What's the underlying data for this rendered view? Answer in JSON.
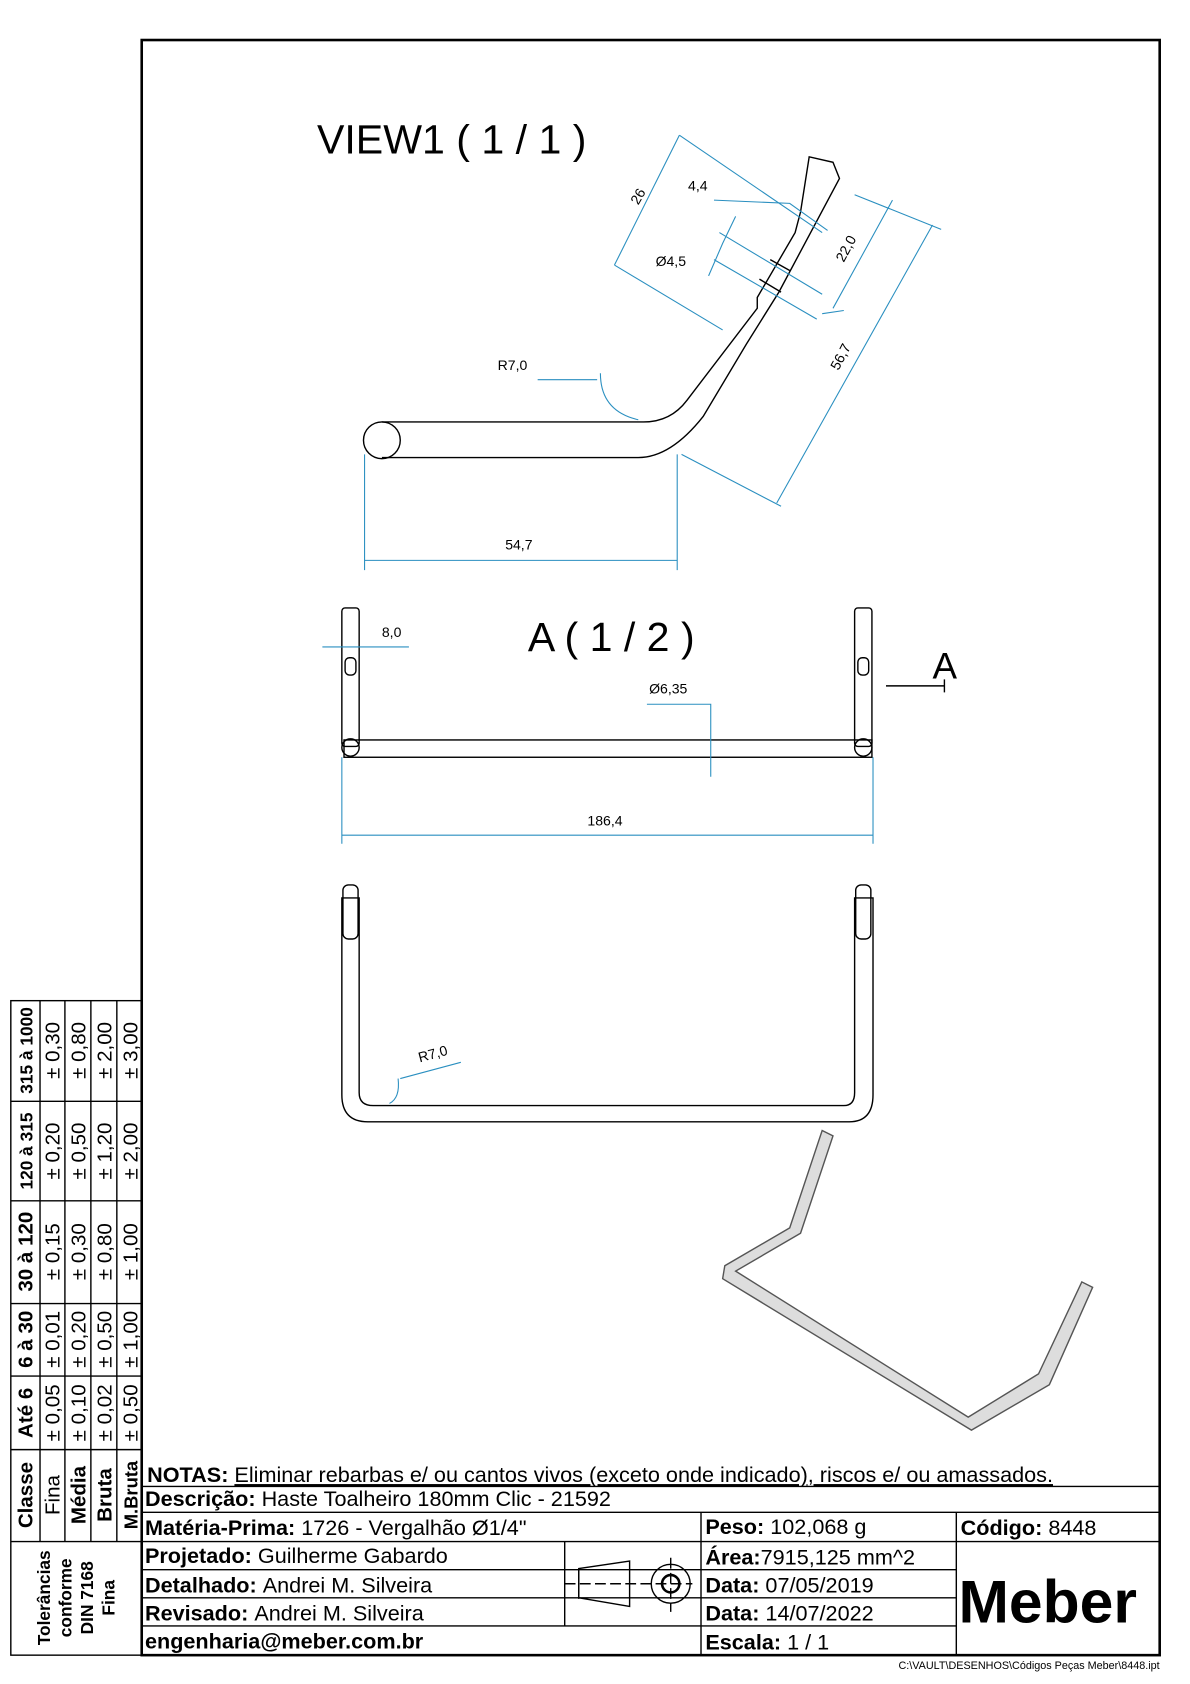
{
  "views": {
    "view1_title": "VIEW1 ( 1 / 1 )",
    "viewA_title": "A ( 1 / 2 )",
    "section_marker": "A"
  },
  "dimensions": {
    "v1_26": "26",
    "v1_4_4": "4,4",
    "v1_d4_5": "Ø4,5",
    "v1_22_0": "22,0",
    "v1_56_7": "56,7",
    "v1_r7_0": "R7,0",
    "v1_54_7": "54,7",
    "a_8_0": "8,0",
    "a_d6_35": "Ø6,35",
    "a_186_4": "186,4",
    "bottom_r7_0": "R7,0"
  },
  "tolerances": {
    "label_lines": [
      "Tolerâncias",
      "conforme",
      "DIN 7168",
      "Fina"
    ],
    "class_header": "Classe",
    "ranges": [
      "Até 6",
      "6 à 30",
      "30 à 120",
      "120 à 315",
      "315 à 1000"
    ],
    "rows": [
      {
        "class": "Fina",
        "values": [
          "± 0,05",
          "± 0,01",
          "± 0,15",
          "± 0,20",
          "± 0,30"
        ]
      },
      {
        "class": "Média",
        "values": [
          "± 0,10",
          "± 0,20",
          "± 0,30",
          "± 0,50",
          "± 0,80"
        ]
      },
      {
        "class": "Bruta",
        "values": [
          "± 0,02",
          "± 0,50",
          "± 0,80",
          "± 1,20",
          "± 2,00"
        ]
      },
      {
        "class": "M.Bruta",
        "values": [
          "± 0,50",
          "± 1,00",
          "± 1,00",
          "± 2,00",
          "± 3,00"
        ]
      }
    ]
  },
  "title_block": {
    "notas_label": "NOTAS:",
    "notas": "Eliminar rebarbas e/ ou cantos vivos (exceto onde indicado), riscos e/ ou amassados.",
    "descricao_label": "Descrição:",
    "descricao": "Haste Toalheiro 180mm Clic - 21592",
    "materia_label": "Matéria-Prima:",
    "materia": "1726 - Vergalhão Ø1/4\"",
    "peso_label": "Peso:",
    "peso": "102,068 g",
    "codigo_label": "Código:",
    "codigo": "8448",
    "projetado_label": "Projetado:",
    "projetado": "Guilherme Gabardo",
    "area_label": "Área:",
    "area": "7915,125 mm^2",
    "detalhado_label": "Detalhado:",
    "detalhado": "Andrei M. Silveira",
    "data1_label": "Data:",
    "data1": "07/05/2019",
    "revisado_label": "Revisado:",
    "revisado": "Andrei M. Silveira",
    "data2_label": "Data:",
    "data2": "14/07/2022",
    "email": "engenharia@meber.com.br",
    "escala_label": "Escala:",
    "escala": "1 / 1",
    "logo": "Meber",
    "file_path": "C:\\VAULT\\DESENHOS\\Códigos Peças Meber\\8448.ipt"
  }
}
